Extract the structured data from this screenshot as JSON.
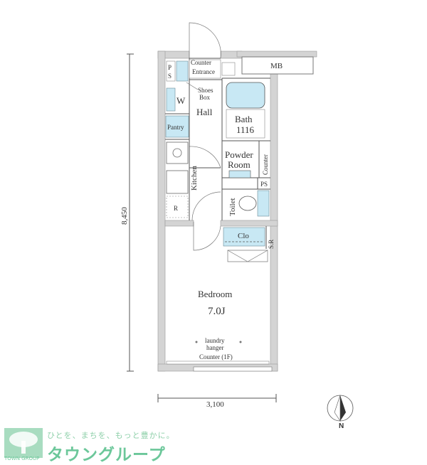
{
  "rooms": {
    "counter_entrance": "Counter",
    "entrance": "Entrance",
    "ps_top_p": "P",
    "ps_top_s": "S",
    "mb": "MB",
    "shoes": "Shoes",
    "box": "Box",
    "w": "W",
    "hall": "Hall",
    "bath": "Bath",
    "bath_size": "1116",
    "pantry": "Pantry",
    "powder": "Powder",
    "room": "Room",
    "counter_side": "Counter",
    "kitchen": "Kitchen",
    "ps_mid": "PS",
    "toilet": "Toilet",
    "r": "R",
    "clo": "Clo",
    "sr": "S.R",
    "bedroom": "Bedroom",
    "bedroom_size": "7.0J",
    "laundry": "laundry",
    "hanger": "hanger",
    "counter_1f": "Counter (1F)"
  },
  "dimensions": {
    "height": "8,450",
    "width": "3,100"
  },
  "compass": "N",
  "brand": {
    "tagline": "ひとを、まちを、もっと豊かに。",
    "name": "タウングループ",
    "sub": "TOWN GROUP"
  }
}
